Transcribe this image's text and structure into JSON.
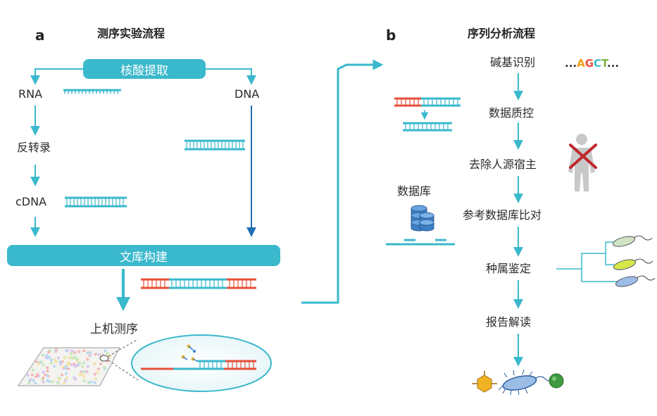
{
  "panel_a": {
    "letter": "a",
    "title": "测序实验流程",
    "extract_label": "核酸提取",
    "rna_label": "RNA",
    "dna_label": "DNA",
    "rt_label": "反转录",
    "cdna_label": "cDNA",
    "library_label": "文库构建",
    "sequencing_label": "上机测序"
  },
  "panel_b": {
    "letter": "b",
    "title": "序列分析流程",
    "steps": [
      "碱基识别",
      "数据质控",
      "去除人源宿主",
      "参考数据库比对",
      "种属鉴定",
      "报告解读"
    ],
    "bases": {
      "prefix": "...",
      "a": "A",
      "g": "G",
      "c": "C",
      "t": "T",
      "suffix": "..."
    },
    "database_label": "数据库"
  },
  "colors": {
    "teal": "#3ab8cc",
    "dark_blue": "#1f6fb5",
    "red": "#e5503a",
    "human": "#c8c8c8",
    "cross": "#c0272d"
  },
  "icons": [
    "human-silhouette-icon",
    "red-cross-icon",
    "database-icon",
    "bacteria-icon",
    "virus-icon",
    "fungus-icon",
    "phylogenetic-tree-icon",
    "flow-cell-icon"
  ]
}
